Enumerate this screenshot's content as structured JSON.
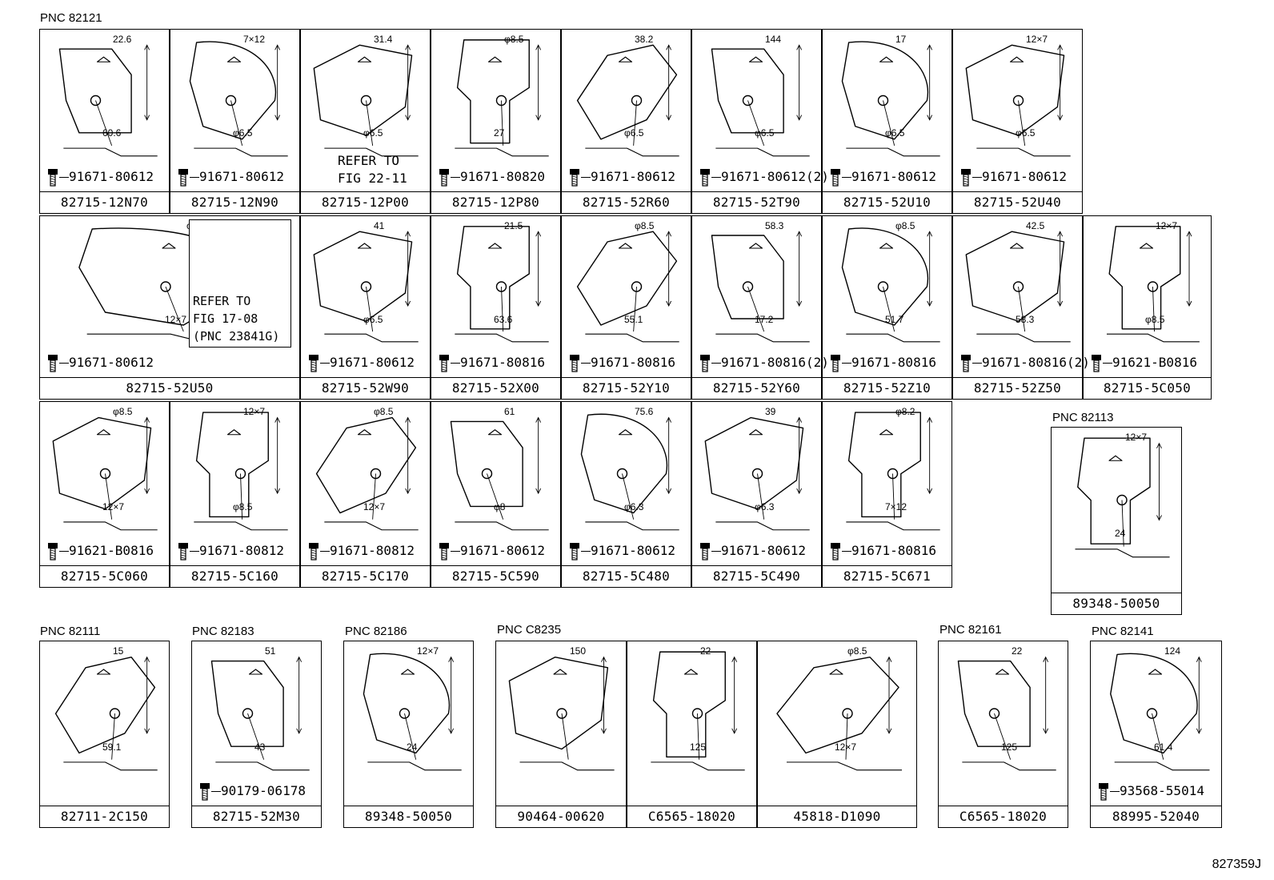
{
  "pnc_labels": {
    "p82121": "PNC 82121",
    "p82113": "PNC 82113",
    "p82111": "PNC 82111",
    "p82183": "PNC 82183",
    "p82186": "PNC 82186",
    "pC8235": "PNC C8235",
    "p82161": "PNC 82161",
    "p82141": "PNC 82141"
  },
  "row1": [
    {
      "part": "82715-12N70",
      "bolt": "91671-80612",
      "dims": [
        "22.6",
        "60.6"
      ]
    },
    {
      "part": "82715-12N90",
      "bolt": "91671-80612",
      "dims": [
        "7×12",
        "φ6.5"
      ]
    },
    {
      "part": "82715-12P00",
      "refer": "REFER TO\nFIG 22-11",
      "dims": [
        "31.4",
        "φ6.5"
      ]
    },
    {
      "part": "82715-12P80",
      "bolt": "91671-80820",
      "dims": [
        "φ8.5",
        "27"
      ]
    },
    {
      "part": "82715-52R60",
      "bolt": "91671-80612",
      "dims": [
        "38.2",
        "φ6.5"
      ]
    },
    {
      "part": "82715-52T90",
      "bolt": "91671-80612(2)",
      "dims": [
        "144",
        "φ6.5"
      ]
    },
    {
      "part": "82715-52U10",
      "bolt": "91671-80612",
      "dims": [
        "17",
        "φ6.5"
      ]
    },
    {
      "part": "82715-52U40",
      "bolt": "91671-80612",
      "dims": [
        "12×7",
        "φ6.5"
      ]
    }
  ],
  "row2": [
    {
      "part": "82715-52U50",
      "bolt": "91671-80612",
      "dims": [
        "φ6.5",
        "12×7"
      ],
      "refer": "REFER TO\nFIG 17-08\n(PNC 23841G)"
    },
    {
      "part": "82715-52W90",
      "bolt": "91671-80612",
      "dims": [
        "41",
        "φ6.5"
      ]
    },
    {
      "part": "82715-52X00",
      "bolt": "91671-80816",
      "dims": [
        "21.5",
        "63.6"
      ]
    },
    {
      "part": "82715-52Y10",
      "bolt": "91671-80816",
      "dims": [
        "φ8.5",
        "55.1"
      ]
    },
    {
      "part": "82715-52Y60",
      "bolt": "91671-80816(2)",
      "dims": [
        "58.3",
        "17.2"
      ]
    },
    {
      "part": "82715-52Z10",
      "bolt": "91671-80816",
      "dims": [
        "φ8.5",
        "51.7"
      ]
    },
    {
      "part": "82715-52Z50",
      "bolt": "91671-80816(2)",
      "dims": [
        "42.5",
        "58.3"
      ]
    },
    {
      "part": "82715-5C050",
      "bolt": "91621-B0816",
      "dims": [
        "12×7",
        "φ8.5"
      ]
    }
  ],
  "row3": [
    {
      "part": "82715-5C060",
      "bolt": "91621-B0816",
      "dims": [
        "φ8.5",
        "12×7"
      ]
    },
    {
      "part": "82715-5C160",
      "bolt": "91671-80812",
      "dims": [
        "12×7",
        "φ8.5"
      ]
    },
    {
      "part": "82715-5C170",
      "bolt": "91671-80812",
      "dims": [
        "φ8.5",
        "12×7"
      ]
    },
    {
      "part": "82715-5C590",
      "bolt": "91671-80612",
      "dims": [
        "61",
        "φ8"
      ]
    },
    {
      "part": "82715-5C480",
      "bolt": "91671-80612",
      "dims": [
        "75.6",
        "φ6.3"
      ]
    },
    {
      "part": "82715-5C490",
      "bolt": "91671-80612",
      "dims": [
        "39",
        "φ6.3"
      ]
    },
    {
      "part": "82715-5C671",
      "bolt": "91671-80816",
      "dims": [
        "φ8.2",
        "7×12"
      ]
    }
  ],
  "clamp_82113": {
    "part": "89348-50050",
    "dims": [
      "12×7",
      "24"
    ]
  },
  "bottom": [
    {
      "part": "82711-2C150",
      "dims": [
        "15",
        "59.1"
      ]
    },
    {
      "part": "82715-52M30",
      "bolt": "90179-06178",
      "dims": [
        "51",
        "43"
      ]
    },
    {
      "part": "89348-50050",
      "dims": [
        "12×7",
        "24"
      ]
    },
    {
      "part": "90464-00620",
      "dims": [
        "150"
      ]
    },
    {
      "part": "C6565-18020",
      "dims": [
        "22",
        "125"
      ]
    },
    {
      "part": "45818-D1090",
      "dims": [
        "φ8.5",
        "12×7"
      ]
    },
    {
      "part": "C6565-18020",
      "dims": [
        "22",
        "125"
      ]
    },
    {
      "part": "88995-52040",
      "bolt": "93568-55014",
      "dims": [
        "124",
        "61.4"
      ]
    }
  ],
  "figure_id": "827359J"
}
